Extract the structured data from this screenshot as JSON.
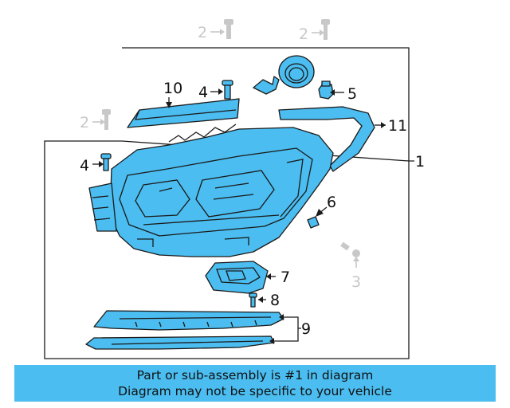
{
  "callouts": {
    "c1": "1",
    "c2a": "2",
    "c2b": "2",
    "c2c": "2",
    "c3": "3",
    "c4a": "4",
    "c4b": "4",
    "c5": "5",
    "c6": "6",
    "c7": "7",
    "c8": "8",
    "c9": "9",
    "c10": "10",
    "c11": "11"
  },
  "banner": {
    "line1": "Part or sub-assembly is #1 in diagram",
    "line2": "Diagram may not be specific to your vehicle"
  },
  "colors": {
    "highlight": "#4bbdf0",
    "outline": "#1a1a1a",
    "dimmed": "#c8c8c8"
  }
}
